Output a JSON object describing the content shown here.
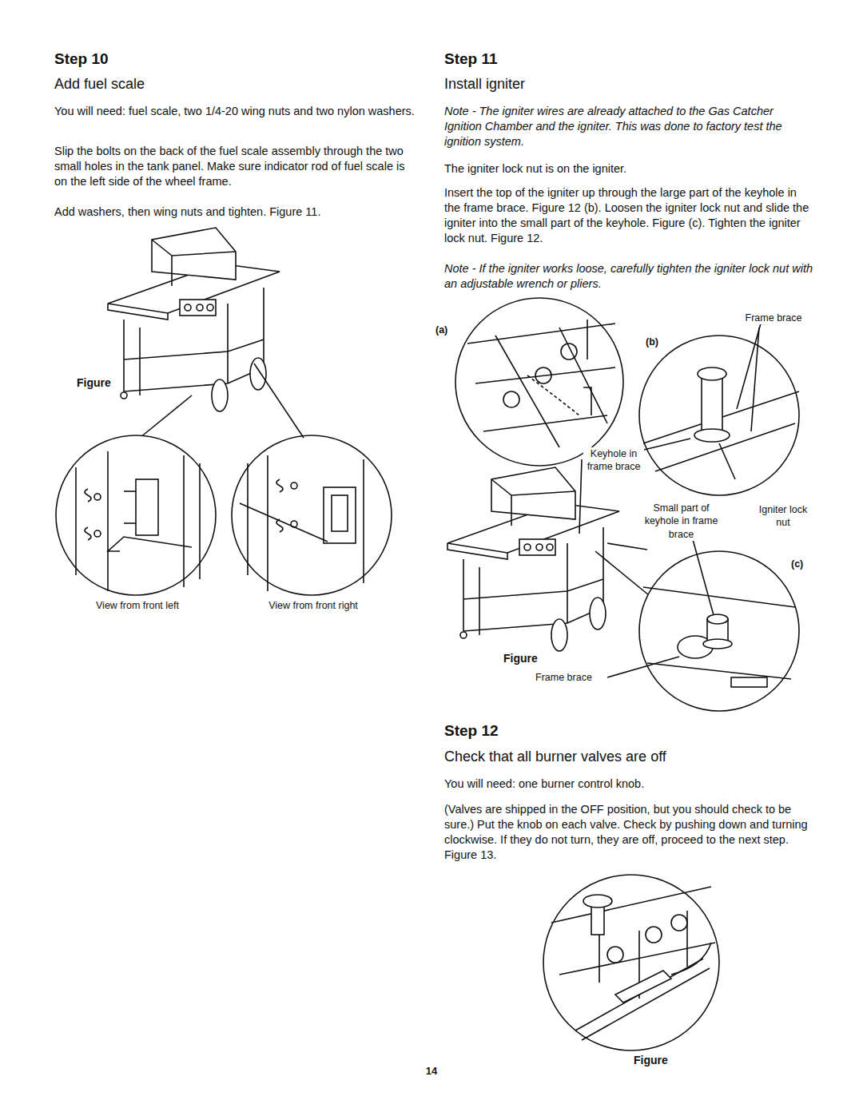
{
  "diagram": {
    "labels": [
      "Step 10",
      "Add fuel scale",
      "You will need: fuel scale, two 1/4-20 wing nuts and two nylon washers.",
      "Slip the bolts on the back of the fuel scale assembly through the two small holes in the tank panel. Make sure indicator rod of fuel scale is on the left side of the wheel frame.",
      "Add washers, then wing nuts and tighten. Figure 11.",
      "Figure",
      "View from front left",
      "View from front right",
      "Step 11",
      "Install igniter",
      "Note - The igniter wires are already attached to the Gas Catcher Ignition Chamber and the igniter. This was done to factory test the ignition system.",
      "The igniter lock nut is on the igniter.",
      "Insert the top of the igniter up through the large part of the keyhole in the frame brace. Figure 12 (b). Loosen the igniter lock nut and slide the igniter into the small part of the keyhole. Figure (c). Tighten the igniter lock nut. Figure 12.",
      "Note - If the igniter works loose, carefully tighten the igniter lock nut with an adjustable wrench or pliers.",
      "Frame brace",
      "(a)",
      "(b)",
      "Keyhole in frame brace",
      "Small part of keyhole in frame brace",
      "Igniter lock nut",
      "(c)",
      "Figure",
      "Frame brace",
      "Step 12",
      "Check that all burner valves are off",
      "You will need: one burner control knob.",
      "(Valves are shipped in the OFF position, but you should check to be sure.) Put the knob on each valve. Check by pushing down and turning clockwise. If they do not turn, they are off, proceed to the next step. Figure 13.",
      "Figure",
      "14"
    ]
  }
}
